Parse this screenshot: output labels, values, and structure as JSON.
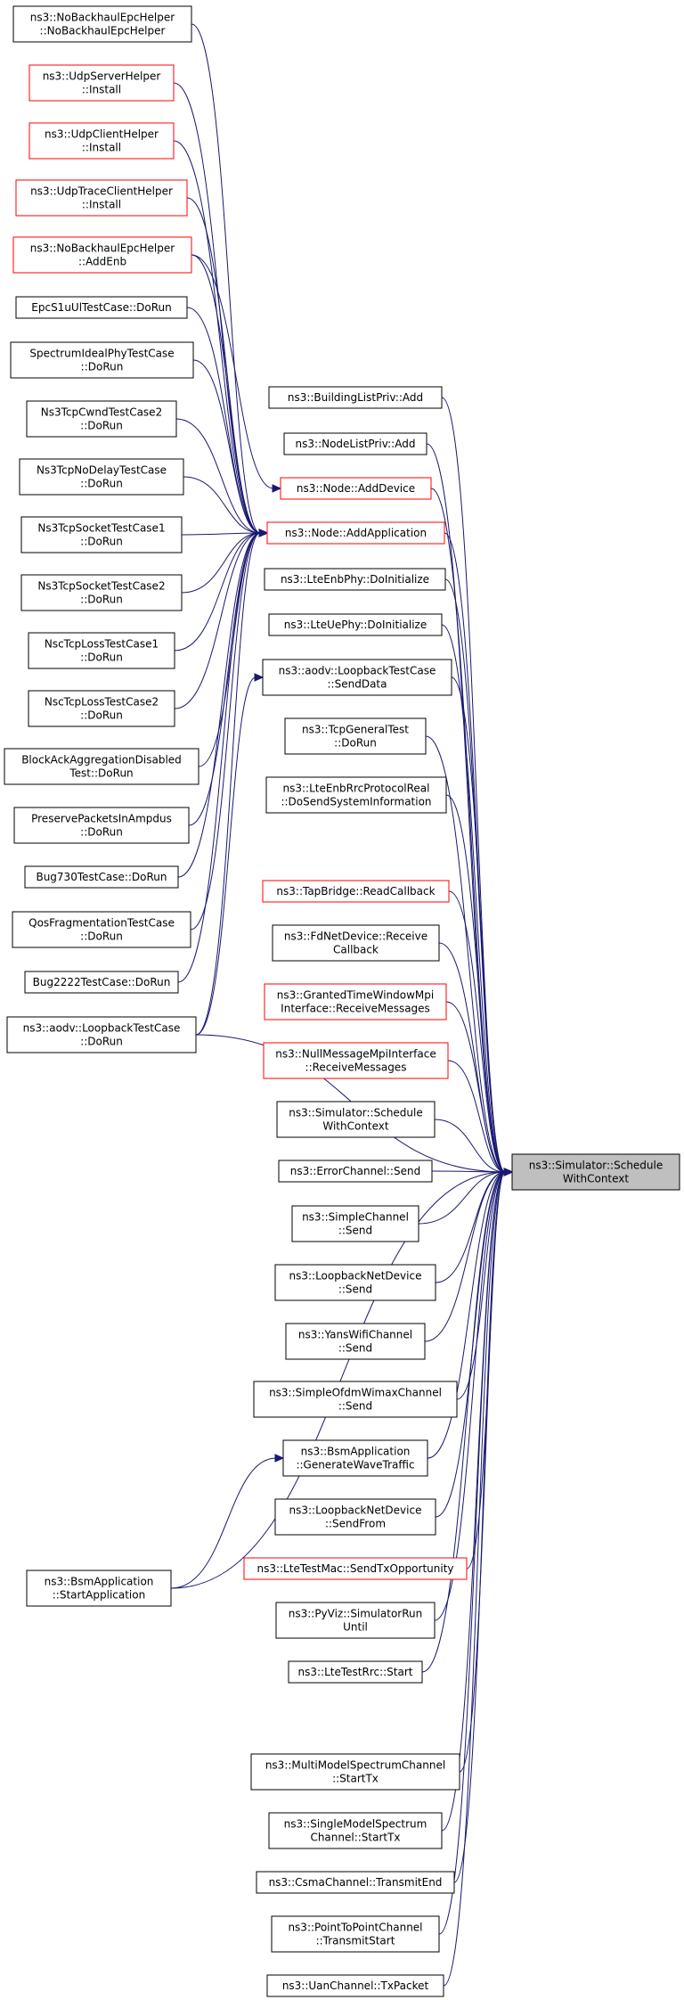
{
  "graph": {
    "target": {
      "lines": [
        "ns3::Simulator::Schedule",
        "WithContext"
      ],
      "kind": "highlight"
    },
    "nodes": [
      {
        "id": "nobackhaul_ctor",
        "lines": [
          "ns3::NoBackhaulEpcHelper",
          "::NoBackhaulEpcHelper"
        ],
        "kind": "normal"
      },
      {
        "id": "udpserver_install",
        "lines": [
          "ns3::UdpServerHelper",
          "::Install"
        ],
        "kind": "red"
      },
      {
        "id": "udpclient_install",
        "lines": [
          "ns3::UdpClientHelper",
          "::Install"
        ],
        "kind": "red"
      },
      {
        "id": "udptrace_install",
        "lines": [
          "ns3::UdpTraceClientHelper",
          "::Install"
        ],
        "kind": "red"
      },
      {
        "id": "nobackhaul_addenb",
        "lines": [
          "ns3::NoBackhaulEpcHelper",
          "::AddEnb"
        ],
        "kind": "red"
      },
      {
        "id": "epcs1u",
        "lines": [
          "EpcS1uUlTestCase::DoRun"
        ],
        "kind": "normal"
      },
      {
        "id": "spectrumideal",
        "lines": [
          "SpectrumIdealPhyTestCase",
          "::DoRun"
        ],
        "kind": "normal"
      },
      {
        "id": "ns3tcpcwnd",
        "lines": [
          "Ns3TcpCwndTestCase2",
          "::DoRun"
        ],
        "kind": "normal"
      },
      {
        "id": "ns3tcpnodelay",
        "lines": [
          "Ns3TcpNoDelayTestCase",
          "::DoRun"
        ],
        "kind": "normal"
      },
      {
        "id": "ns3tcpsocket1",
        "lines": [
          "Ns3TcpSocketTestCase1",
          "::DoRun"
        ],
        "kind": "normal"
      },
      {
        "id": "ns3tcpsocket2",
        "lines": [
          "Ns3TcpSocketTestCase2",
          "::DoRun"
        ],
        "kind": "normal"
      },
      {
        "id": "nsctcploss1",
        "lines": [
          "NscTcpLossTestCase1",
          "::DoRun"
        ],
        "kind": "normal"
      },
      {
        "id": "nsctcploss2",
        "lines": [
          "NscTcpLossTestCase2",
          "::DoRun"
        ],
        "kind": "normal"
      },
      {
        "id": "blockack",
        "lines": [
          "BlockAckAggregationDisabled",
          "Test::DoRun"
        ],
        "kind": "normal"
      },
      {
        "id": "preservepackets",
        "lines": [
          "PreservePacketsInAmpdus",
          "::DoRun"
        ],
        "kind": "normal"
      },
      {
        "id": "bug730",
        "lines": [
          "Bug730TestCase::DoRun"
        ],
        "kind": "normal"
      },
      {
        "id": "qosfrag",
        "lines": [
          "QosFragmentationTestCase",
          "::DoRun"
        ],
        "kind": "normal"
      },
      {
        "id": "bug2222",
        "lines": [
          "Bug2222TestCase::DoRun"
        ],
        "kind": "normal"
      },
      {
        "id": "aodvloop_dorun",
        "lines": [
          "ns3::aodv::LoopbackTestCase",
          "::DoRun"
        ],
        "kind": "normal"
      },
      {
        "id": "bsm_start",
        "lines": [
          "ns3::BsmApplication",
          "::StartApplication"
        ],
        "kind": "normal"
      },
      {
        "id": "buildinglist",
        "lines": [
          "ns3::BuildingListPriv::Add"
        ],
        "kind": "normal"
      },
      {
        "id": "nodelist",
        "lines": [
          "ns3::NodeListPriv::Add"
        ],
        "kind": "normal"
      },
      {
        "id": "node_adddevice",
        "lines": [
          "ns3::Node::AddDevice"
        ],
        "kind": "red"
      },
      {
        "id": "node_addapp",
        "lines": [
          "ns3::Node::AddApplication"
        ],
        "kind": "red"
      },
      {
        "id": "lteenbphy",
        "lines": [
          "ns3::LteEnbPhy::DoInitialize"
        ],
        "kind": "normal"
      },
      {
        "id": "lteuephy",
        "lines": [
          "ns3::LteUePhy::DoInitialize"
        ],
        "kind": "normal"
      },
      {
        "id": "aodvloop_send",
        "lines": [
          "ns3::aodv::LoopbackTestCase",
          "::SendData"
        ],
        "kind": "normal"
      },
      {
        "id": "tcpgeneral",
        "lines": [
          "ns3::TcpGeneralTest",
          "::DoRun"
        ],
        "kind": "normal"
      },
      {
        "id": "lteenbrrc",
        "lines": [
          "ns3::LteEnbRrcProtocolReal",
          "::DoSendSystemInformation"
        ],
        "kind": "normal"
      },
      {
        "id": "tapbridge",
        "lines": [
          "ns3::TapBridge::ReadCallback"
        ],
        "kind": "red"
      },
      {
        "id": "fdnet",
        "lines": [
          "ns3::FdNetDevice::Receive",
          "Callback"
        ],
        "kind": "normal"
      },
      {
        "id": "grantedtime",
        "lines": [
          "ns3::GrantedTimeWindowMpi",
          "Interface::ReceiveMessages"
        ],
        "kind": "red"
      },
      {
        "id": "nullmessage",
        "lines": [
          "ns3::NullMessageMpiInterface",
          "::ReceiveMessages"
        ],
        "kind": "red"
      },
      {
        "id": "simsched",
        "lines": [
          "ns3::Simulator::Schedule",
          "WithContext"
        ],
        "kind": "normal"
      },
      {
        "id": "errorchannel",
        "lines": [
          "ns3::ErrorChannel::Send"
        ],
        "kind": "normal"
      },
      {
        "id": "simplechannel",
        "lines": [
          "ns3::SimpleChannel",
          "::Send"
        ],
        "kind": "normal"
      },
      {
        "id": "loopbacknet_send",
        "lines": [
          "ns3::LoopbackNetDevice",
          "::Send"
        ],
        "kind": "normal"
      },
      {
        "id": "yanswifi",
        "lines": [
          "ns3::YansWifiChannel",
          "::Send"
        ],
        "kind": "normal"
      },
      {
        "id": "simpleofdm",
        "lines": [
          "ns3::SimpleOfdmWimaxChannel",
          "::Send"
        ],
        "kind": "normal"
      },
      {
        "id": "bsm_gen",
        "lines": [
          "ns3::BsmApplication",
          "::GenerateWaveTraffic"
        ],
        "kind": "normal"
      },
      {
        "id": "loopbacknet_sendfrom",
        "lines": [
          "ns3::LoopbackNetDevice",
          "::SendFrom"
        ],
        "kind": "normal"
      },
      {
        "id": "ltetestmac",
        "lines": [
          "ns3::LteTestMac::SendTxOpportunity"
        ],
        "kind": "red"
      },
      {
        "id": "pyviz",
        "lines": [
          "ns3::PyViz::SimulatorRun",
          "Until"
        ],
        "kind": "normal"
      },
      {
        "id": "ltetestrrc",
        "lines": [
          "ns3::LteTestRrc::Start"
        ],
        "kind": "normal"
      },
      {
        "id": "multimodel",
        "lines": [
          "ns3::MultiModelSpectrumChannel",
          "::StartTx"
        ],
        "kind": "normal"
      },
      {
        "id": "singlemodel",
        "lines": [
          "ns3::SingleModelSpectrum",
          "Channel::StartTx"
        ],
        "kind": "normal"
      },
      {
        "id": "csmachannel",
        "lines": [
          "ns3::CsmaChannel::TransmitEnd"
        ],
        "kind": "normal"
      },
      {
        "id": "p2pchannel",
        "lines": [
          "ns3::PointToPointChannel",
          "::TransmitStart"
        ],
        "kind": "normal"
      },
      {
        "id": "uanchannel",
        "lines": [
          "ns3::UanChannel::TxPacket"
        ],
        "kind": "normal"
      }
    ],
    "edges": [
      {
        "from": "nobackhaul_ctor",
        "to": "node_addapp"
      },
      {
        "from": "udpserver_install",
        "to": "node_addapp"
      },
      {
        "from": "udpclient_install",
        "to": "node_addapp"
      },
      {
        "from": "udptrace_install",
        "to": "node_addapp"
      },
      {
        "from": "nobackhaul_addenb",
        "to": "node_addapp"
      },
      {
        "from": "nobackhaul_addenb",
        "to": "node_adddevice"
      },
      {
        "from": "epcs1u",
        "to": "node_addapp"
      },
      {
        "from": "spectrumideal",
        "to": "node_addapp"
      },
      {
        "from": "ns3tcpcwnd",
        "to": "node_addapp"
      },
      {
        "from": "ns3tcpnodelay",
        "to": "node_addapp"
      },
      {
        "from": "ns3tcpsocket1",
        "to": "node_addapp"
      },
      {
        "from": "ns3tcpsocket2",
        "to": "node_addapp"
      },
      {
        "from": "nsctcploss1",
        "to": "node_addapp"
      },
      {
        "from": "nsctcploss2",
        "to": "node_addapp"
      },
      {
        "from": "blockack",
        "to": "node_addapp"
      },
      {
        "from": "preservepackets",
        "to": "node_addapp"
      },
      {
        "from": "bug730",
        "to": "node_addapp"
      },
      {
        "from": "qosfrag",
        "to": "node_addapp"
      },
      {
        "from": "bug2222",
        "to": "node_addapp"
      },
      {
        "from": "aodvloop_dorun",
        "to": "node_addapp"
      },
      {
        "from": "aodvloop_dorun",
        "to": "aodvloop_send"
      },
      {
        "from": "aodvloop_dorun",
        "to": "target"
      },
      {
        "from": "bsm_start",
        "to": "bsm_gen"
      },
      {
        "from": "bsm_start",
        "to": "target"
      },
      {
        "from": "buildinglist",
        "to": "target"
      },
      {
        "from": "nodelist",
        "to": "target"
      },
      {
        "from": "node_adddevice",
        "to": "target"
      },
      {
        "from": "node_addapp",
        "to": "target"
      },
      {
        "from": "lteenbphy",
        "to": "target"
      },
      {
        "from": "lteuephy",
        "to": "target"
      },
      {
        "from": "aodvloop_send",
        "to": "target"
      },
      {
        "from": "tcpgeneral",
        "to": "target"
      },
      {
        "from": "lteenbrrc",
        "to": "target"
      },
      {
        "from": "tapbridge",
        "to": "target"
      },
      {
        "from": "fdnet",
        "to": "target"
      },
      {
        "from": "grantedtime",
        "to": "target"
      },
      {
        "from": "nullmessage",
        "to": "target"
      },
      {
        "from": "simsched",
        "to": "target"
      },
      {
        "from": "errorchannel",
        "to": "target"
      },
      {
        "from": "simplechannel",
        "to": "target"
      },
      {
        "from": "loopbacknet_send",
        "to": "target"
      },
      {
        "from": "yanswifi",
        "to": "target"
      },
      {
        "from": "simpleofdm",
        "to": "target"
      },
      {
        "from": "bsm_gen",
        "to": "target"
      },
      {
        "from": "loopbacknet_sendfrom",
        "to": "target"
      },
      {
        "from": "ltetestmac",
        "to": "target"
      },
      {
        "from": "pyviz",
        "to": "target"
      },
      {
        "from": "ltetestrrc",
        "to": "target"
      },
      {
        "from": "multimodel",
        "to": "target"
      },
      {
        "from": "singlemodel",
        "to": "target"
      },
      {
        "from": "csmachannel",
        "to": "target"
      },
      {
        "from": "p2pchannel",
        "to": "target"
      },
      {
        "from": "uanchannel",
        "to": "target"
      }
    ],
    "colors": {
      "edge": "#191970",
      "normal_border": "#000000",
      "red_border": "#ff0000",
      "highlight_fill": "#bfbfbf",
      "text": "#000000"
    }
  }
}
